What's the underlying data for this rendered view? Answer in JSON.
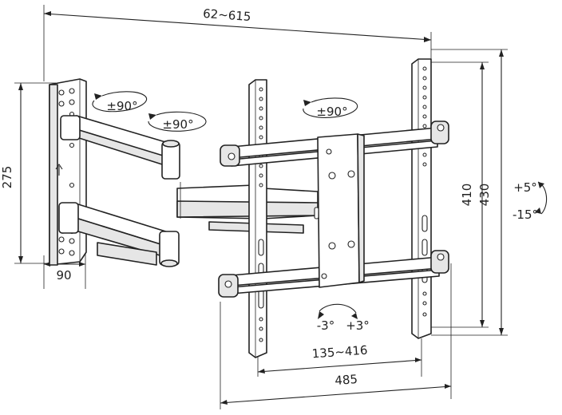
{
  "dimensions": {
    "top_width": "62~615",
    "wall_plate_height": "275",
    "wall_plate_depth": "90",
    "rail_spacing_inner": "410",
    "rail_spacing_outer": "430",
    "hole_spacing": "135~416",
    "max_width": "485"
  },
  "rotations": {
    "wall_swivel": "±90°",
    "arm_swivel": "±90°",
    "head_swivel": "±90°",
    "tilt_up": "+5°",
    "tilt_down": "-15°",
    "level_left": "-3°",
    "level_right": "+3°"
  },
  "icons": {
    "wall_swivel": "rotate-arrow-icon",
    "arm_swivel": "rotate-arrow-icon",
    "head_swivel": "rotate-arrow-icon",
    "tilt": "tilt-arrow-icon",
    "level": "level-arc-icon"
  },
  "colors": {
    "line": "#222222",
    "fill": "#ffffff",
    "shade": "#e6e6e6"
  }
}
